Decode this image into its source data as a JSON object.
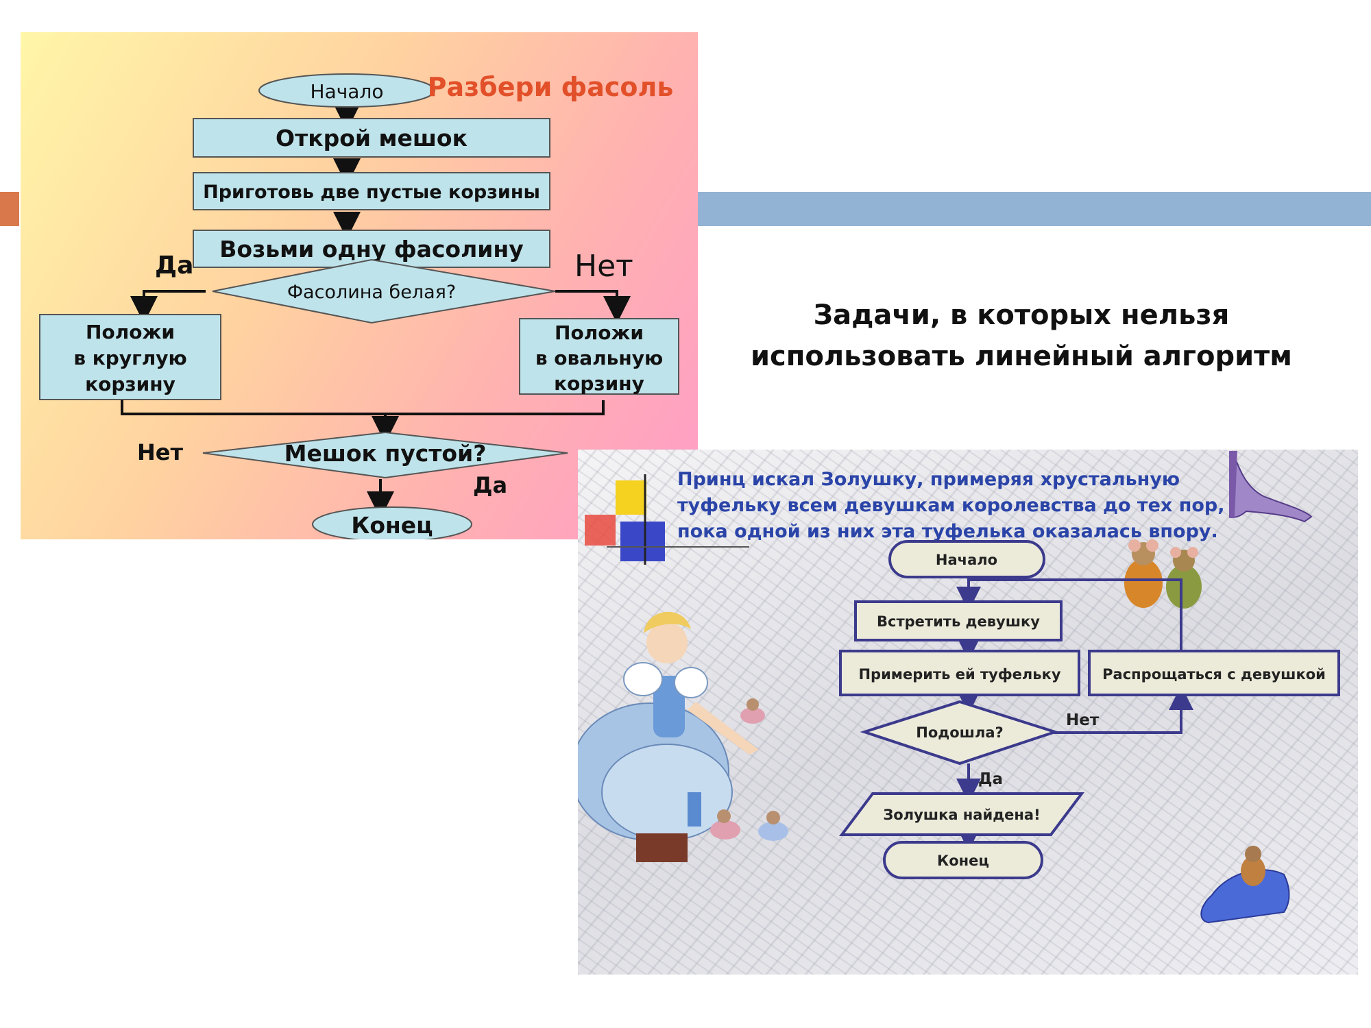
{
  "slide": {
    "title_line1": "Задачи, в которых нельзя",
    "title_line2": "использовать линейный алгоритм"
  },
  "colors": {
    "accent_orange": "#d9784a",
    "accent_blue": "#92b3d3"
  },
  "beans": {
    "title": "Разбери фасоль",
    "start": "Начало",
    "open_bag": "Открой мешок",
    "prepare_baskets": "Приготовь две пустые корзины",
    "take_bean": "Возьми одну фасолину",
    "is_white": "Фасолина  белая?",
    "yes1": "Да",
    "no1": "Нет",
    "round_basket": [
      "Положи",
      "в круглую",
      "корзину"
    ],
    "oval_basket": [
      "Положи",
      "в овальную",
      "корзину"
    ],
    "bag_empty": "Мешок пустой?",
    "no2": "Нет",
    "yes2": "Да",
    "end": "Конец"
  },
  "cinderella": {
    "caption": [
      "Принц искал Золушку, примеряя хрустальную",
      "туфельку всем девушкам королевства до тех пор,",
      "пока одной из них эта туфелька оказалась впору."
    ],
    "start": "Начало",
    "meet": "Встретить девушку",
    "try_shoe": "Примерить ей туфельку",
    "farewell": "Распрощаться с девушкой",
    "fits": "Подошла?",
    "no": "Нет",
    "yes": "Да",
    "found": "Золушка найдена!",
    "end": "Конец"
  }
}
